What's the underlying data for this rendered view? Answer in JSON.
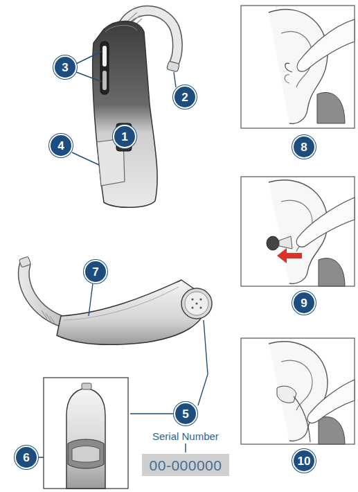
{
  "diagram": {
    "nodes": [
      {
        "text": [
          "3"
        ]
      },
      {
        "text": [
          "2"
        ]
      },
      {
        "text": [
          "1"
        ]
      },
      {
        "text": [
          "4"
        ]
      },
      {
        "text": [
          "8"
        ]
      },
      {
        "text": [
          "7"
        ]
      },
      {
        "text": [
          "9"
        ]
      },
      {
        "text": [
          "5"
        ]
      },
      {
        "text": [
          "00-000000"
        ]
      },
      {
        "text": [
          "6"
        ]
      },
      {
        "text": [
          "10"
        ]
      }
    ],
    "labels": [
      "Serial Number"
    ]
  }
}
